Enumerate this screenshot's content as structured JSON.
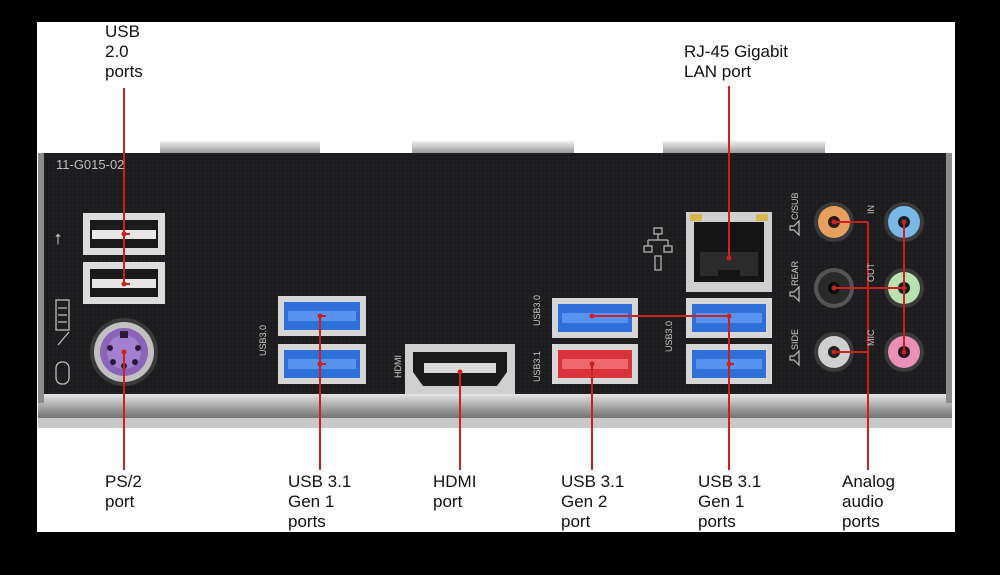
{
  "board": {
    "part_number": "11-G015-02",
    "silkscreen": {
      "usb30_left": "USB3.0",
      "hdmi": "HDMI",
      "usb30_mid": "USB3.0",
      "usb31_mid": "USB3.1",
      "usb30_right": "USB3.0",
      "csub": "C/SUB",
      "rear": "REAR",
      "side": "SIDE",
      "in": "IN",
      "out": "OUT",
      "mic": "MIC"
    }
  },
  "callouts": {
    "usb20": [
      "USB",
      "2.0",
      "ports"
    ],
    "rj45": [
      "RJ-45 Gigabit",
      "LAN port"
    ],
    "ps2": [
      "PS/2",
      "port"
    ],
    "usb31g1_left": [
      "USB 3.1",
      "Gen 1",
      "ports"
    ],
    "hdmi": [
      "HDMI",
      "port"
    ],
    "usb31g2": [
      "USB 3.1",
      "Gen 2",
      "port"
    ],
    "usb31g1_right": [
      "USB 3.1",
      "Gen 1",
      "ports"
    ],
    "audio": [
      "Analog",
      "audio",
      "ports"
    ]
  },
  "colors": {
    "frame": "#ffffff",
    "panel": "#1c1c1e",
    "leader": "#cc1f1f",
    "usb3_blue": "#2f6fd8",
    "usb31_red": "#d8333a",
    "ps2_purple": "#8a64b8",
    "jack_orange": "#e8a060",
    "jack_blue": "#7ab8e6",
    "jack_green": "#b8e0b0",
    "jack_pink": "#e890b8",
    "jack_gray": "#cfcfcf",
    "jack_black": "#2a2a2a"
  }
}
